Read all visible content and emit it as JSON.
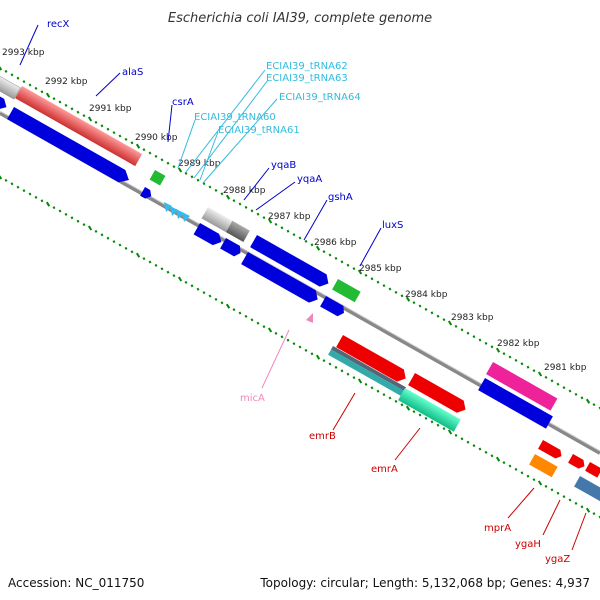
{
  "title": "Escherichia coli IAI39, complete genome",
  "footer": {
    "accession": "Accession: NC_011750",
    "topology": "Topology: circular; Length: 5,132,068 bp; Genes: 4,937"
  },
  "colors": {
    "blue_label": "#0000cc",
    "trna_label": "#33bbdd",
    "red_label": "#cc0000",
    "pink_label": "#ee88bb",
    "backbone": "#888888",
    "tick": "#008800"
  },
  "kbp_labels": [
    "2993 kbp",
    "2992 kbp",
    "2991 kbp",
    "2990 kbp",
    "2989 kbp",
    "2988 kbp",
    "2987 kbp",
    "2986 kbp",
    "2985 kbp",
    "2984 kbp",
    "2983 kbp",
    "2982 kbp",
    "2981 kbp"
  ],
  "genes": {
    "recX": "recX",
    "alaS": "alaS",
    "csrA": "csrA",
    "trna62": "ECIAI39_tRNA62",
    "trna63": "ECIAI39_tRNA63",
    "trna64": "ECIAI39_tRNA64",
    "trna60": "ECIAI39_tRNA60",
    "trna61": "ECIAI39_tRNA61",
    "yqaB": "yqaB",
    "yqaA": "yqaA",
    "gshA": "gshA",
    "luxS": "luxS",
    "micA": "micA",
    "emrB": "emrB",
    "emrA": "emrA",
    "mprA": "mprA",
    "ygaH": "ygaH",
    "ygaZ": "ygaZ"
  }
}
